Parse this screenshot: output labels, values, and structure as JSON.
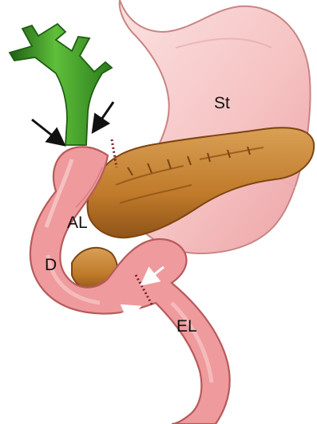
{
  "labels": {
    "stomach": "St",
    "afferent_loop": "AL",
    "duodenum": "D",
    "efferent_loop": "EL"
  },
  "icons": {
    "bile_duct_arrows": "arrow-icon",
    "anastomosis_arrows": "arrow-icon"
  },
  "colors": {
    "stomach_fill": "#f6c3c3",
    "stomach_outline": "#c98484",
    "intestine_fill": "#ef9a9c",
    "intestine_highlight": "#f8c9c9",
    "intestine_outline": "#b75a5c",
    "pancreas_fill": "#c8842e",
    "pancreas_dark": "#8f5418",
    "bile_duct": "#3f9a2a",
    "bile_duct_dark": "#1f5f14",
    "suture": "#7a1f2a",
    "arrow_black": "#111111",
    "arrow_white": "#ffffff"
  }
}
